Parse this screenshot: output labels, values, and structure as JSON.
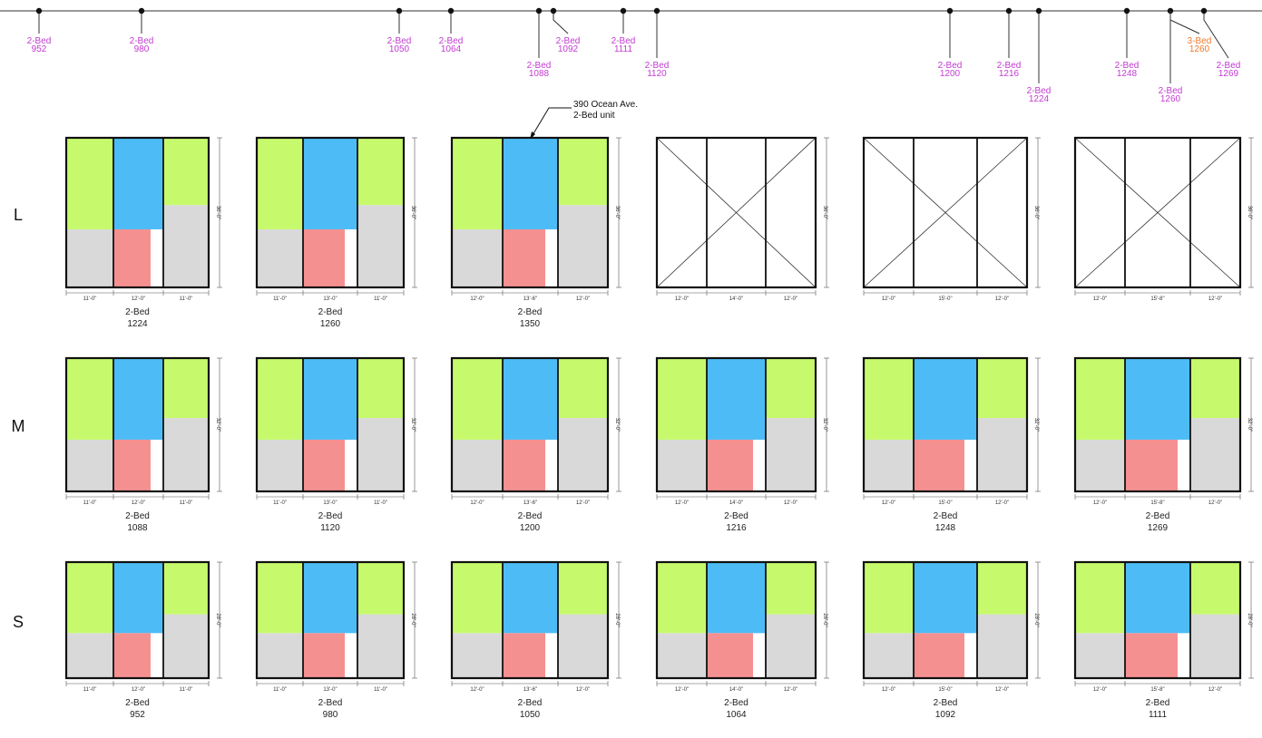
{
  "colors": {
    "green": "#c6fa6c",
    "blue": "#4dbcf6",
    "pink": "#f59091",
    "gray": "#d9d9d9",
    "label_purple": "#c23bd1",
    "label_orange": "#f07a2a"
  },
  "scale": [
    {
      "type": "2-Bed",
      "area": "952"
    },
    {
      "type": "2-Bed",
      "area": "980"
    },
    {
      "type": "2-Bed",
      "area": "1050"
    },
    {
      "type": "2-Bed",
      "area": "1064"
    },
    {
      "type": "2-Bed",
      "area": "1088"
    },
    {
      "type": "2-Bed",
      "area": "1092"
    },
    {
      "type": "2-Bed",
      "area": "1111"
    },
    {
      "type": "2-Bed",
      "area": "1120"
    },
    {
      "type": "2-Bed",
      "area": "1200"
    },
    {
      "type": "2-Bed",
      "area": "1216"
    },
    {
      "type": "2-Bed",
      "area": "1224"
    },
    {
      "type": "2-Bed",
      "area": "1248"
    },
    {
      "type": "2-Bed",
      "area": "1260"
    },
    {
      "type": "3-Bed",
      "area": "1260",
      "highlight": true
    },
    {
      "type": "2-Bed",
      "area": "1269"
    }
  ],
  "annotation": {
    "line1": "390 Ocean Ave.",
    "line2": "2-Bed unit"
  },
  "rows": [
    {
      "label": "L",
      "depth": "36'-0\"",
      "units": [
        {
          "type": "2-Bed",
          "area": "1224",
          "dims": [
            "11'-0\"",
            "12'-0\"",
            "11'-0\""
          ],
          "filled": true
        },
        {
          "type": "2-Bed",
          "area": "1260",
          "dims": [
            "11'-0\"",
            "13'-0\"",
            "11'-0\""
          ],
          "filled": true
        },
        {
          "type": "2-Bed",
          "area": "1350",
          "dims": [
            "12'-0\"",
            "13'-6\"",
            "12'-0\""
          ],
          "filled": true
        },
        {
          "type": "",
          "area": "",
          "dims": [
            "12'-0\"",
            "14'-0\"",
            "12'-0\""
          ],
          "filled": false
        },
        {
          "type": "",
          "area": "",
          "dims": [
            "12'-0\"",
            "15'-0\"",
            "12'-0\""
          ],
          "filled": false
        },
        {
          "type": "",
          "area": "",
          "dims": [
            "12'-0\"",
            "15'-8\"",
            "12'-0\""
          ],
          "filled": false
        }
      ]
    },
    {
      "label": "M",
      "depth": "32'-0\"",
      "units": [
        {
          "type": "2-Bed",
          "area": "1088",
          "dims": [
            "11'-0\"",
            "12'-0\"",
            "11'-0\""
          ],
          "filled": true
        },
        {
          "type": "2-Bed",
          "area": "1120",
          "dims": [
            "11'-0\"",
            "13'-0\"",
            "11'-0\""
          ],
          "filled": true
        },
        {
          "type": "2-Bed",
          "area": "1200",
          "dims": [
            "12'-0\"",
            "13'-6\"",
            "12'-0\""
          ],
          "filled": true
        },
        {
          "type": "2-Bed",
          "area": "1216",
          "dims": [
            "12'-0\"",
            "14'-0\"",
            "12'-0\""
          ],
          "filled": true
        },
        {
          "type": "2-Bed",
          "area": "1248",
          "dims": [
            "12'-0\"",
            "15'-0\"",
            "12'-0\""
          ],
          "filled": true
        },
        {
          "type": "2-Bed",
          "area": "1269",
          "dims": [
            "12'-0\"",
            "15'-8\"",
            "12'-0\""
          ],
          "filled": true
        }
      ]
    },
    {
      "label": "S",
      "depth": "28'-0\"",
      "units": [
        {
          "type": "2-Bed",
          "area": "952",
          "dims": [
            "11'-0\"",
            "12'-0\"",
            "11'-0\""
          ],
          "filled": true
        },
        {
          "type": "2-Bed",
          "area": "980",
          "dims": [
            "11'-0\"",
            "13'-0\"",
            "11'-0\""
          ],
          "filled": true
        },
        {
          "type": "2-Bed",
          "area": "1050",
          "dims": [
            "12'-0\"",
            "13'-6\"",
            "12'-0\""
          ],
          "filled": true
        },
        {
          "type": "2-Bed",
          "area": "1064",
          "dims": [
            "12'-0\"",
            "14'-0\"",
            "12'-0\""
          ],
          "filled": true
        },
        {
          "type": "2-Bed",
          "area": "1092",
          "dims": [
            "12'-0\"",
            "15'-0\"",
            "12'-0\""
          ],
          "filled": true
        },
        {
          "type": "2-Bed",
          "area": "1111",
          "dims": [
            "12'-0\"",
            "15'-8\"",
            "12'-0\""
          ],
          "filled": true
        }
      ]
    }
  ]
}
